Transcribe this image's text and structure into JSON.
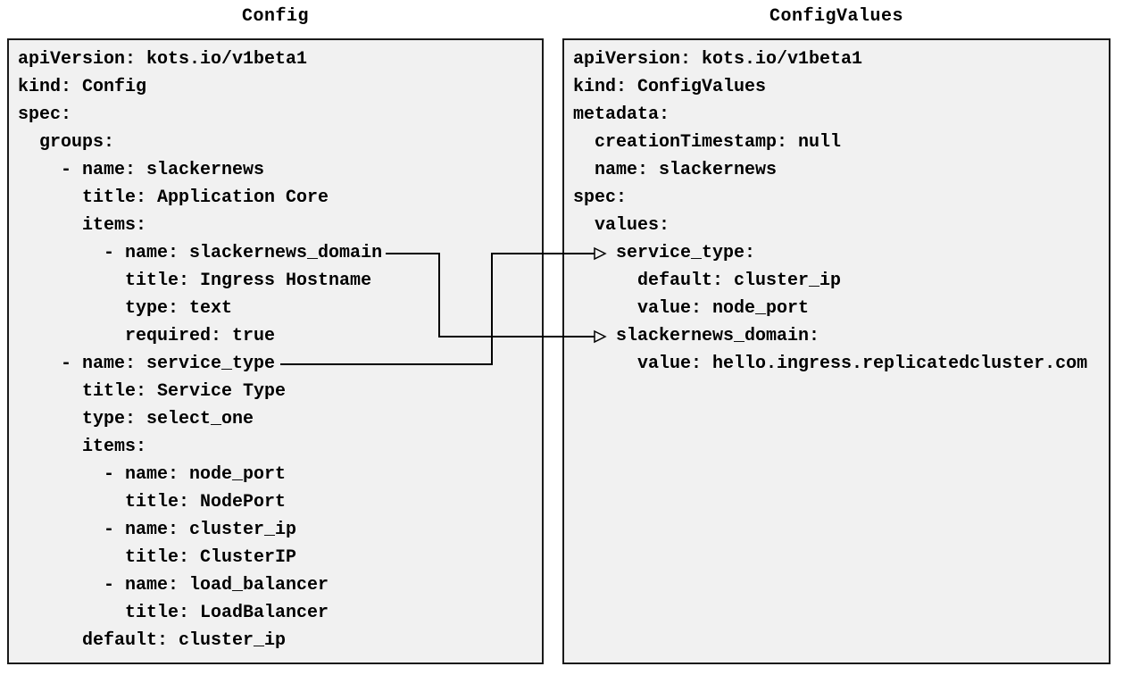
{
  "colors": {
    "page_bg": "#ffffff",
    "panel_bg": "#f1f1f1",
    "panel_border": "#1a1a1a",
    "text": "#000000",
    "arrow": "#000000"
  },
  "config_panel": {
    "title": "Config",
    "code": [
      "apiVersion: kots.io/v1beta1",
      "kind: Config",
      "spec:",
      "  groups:",
      "    - name: slackernews",
      "      title: Application Core",
      "      items:",
      "        - name: slackernews_domain",
      "          title: Ingress Hostname",
      "          type: text",
      "          required: true",
      "    - name: service_type",
      "      title: Service Type",
      "      type: select_one",
      "      items:",
      "        - name: node_port",
      "          title: NodePort",
      "        - name: cluster_ip",
      "          title: ClusterIP",
      "        - name: load_balancer",
      "          title: LoadBalancer",
      "      default: cluster_ip"
    ]
  },
  "configvalues_panel": {
    "title": "ConfigValues",
    "code": [
      "apiVersion: kots.io/v1beta1",
      "kind: ConfigValues",
      "metadata:",
      "  creationTimestamp: null",
      "  name: slackernews",
      "spec:",
      "  values:",
      "    service_type:",
      "      default: cluster_ip",
      "      value: node_port",
      "    slackernews_domain:",
      "      value: hello.ingress.replicatedcluster.com"
    ]
  },
  "connections": [
    {
      "from": "Config item name: slackernews_domain",
      "to": "ConfigValues spec.values.slackernews_domain"
    },
    {
      "from": "Config item name: service_type",
      "to": "ConfigValues spec.values.service_type"
    }
  ]
}
